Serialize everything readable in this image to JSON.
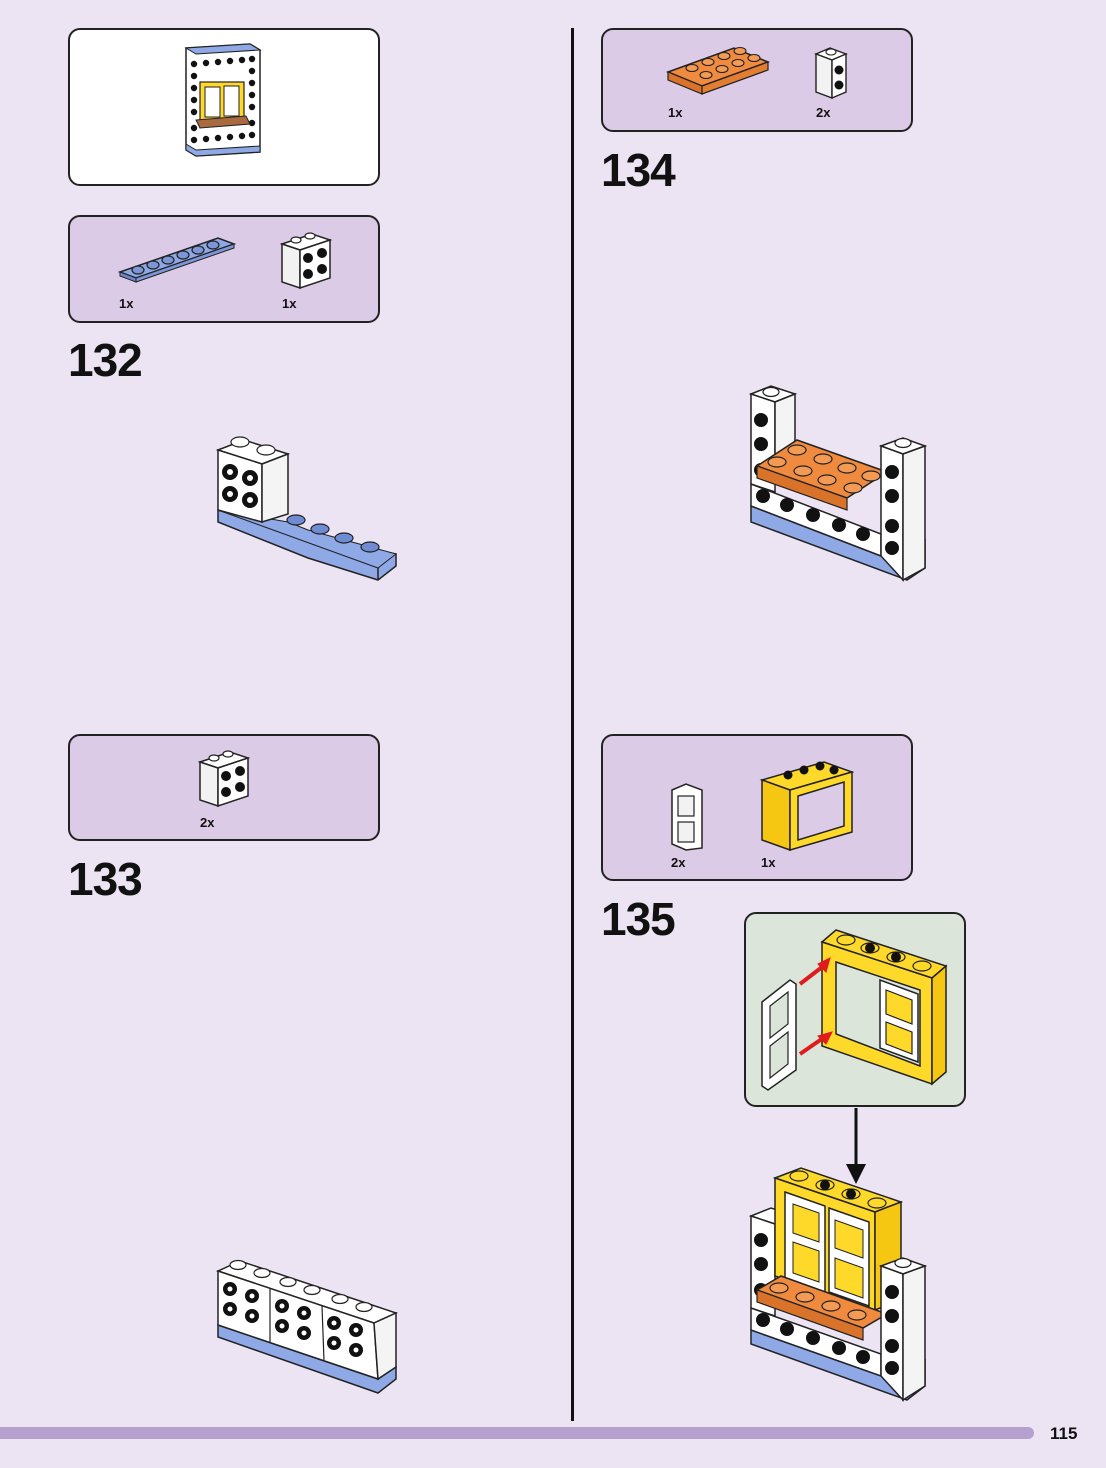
{
  "page_number": "115",
  "colors": {
    "background": "#ece3f3",
    "parts_box": "#dccbe6",
    "callout_box": "#dbe5da",
    "footer_bar": "#b5a0cf",
    "brick_white": "#ffffff",
    "brick_blue": "#8fa8e6",
    "brick_orange": "#ef8a3e",
    "brick_yellow": "#ffd92a",
    "brick_brown": "#a86a3e",
    "arrow_red": "#e01b1b"
  },
  "steps": [
    {
      "number": "132",
      "parts": [
        {
          "icon": "blue-1x6-plate-icon",
          "qty": "1x"
        },
        {
          "icon": "white-2x2-studs-side-brick-icon",
          "qty": "1x"
        }
      ]
    },
    {
      "number": "133",
      "parts": [
        {
          "icon": "white-2x2-studs-side-brick-icon",
          "qty": "2x"
        }
      ]
    },
    {
      "number": "134",
      "parts": [
        {
          "icon": "orange-2x4-plate-icon",
          "qty": "1x"
        },
        {
          "icon": "white-1x1-studs-side-brick-icon",
          "qty": "2x"
        }
      ]
    },
    {
      "number": "135",
      "parts": [
        {
          "icon": "white-window-pane-icon",
          "qty": "2x"
        },
        {
          "icon": "yellow-window-frame-icon",
          "qty": "1x"
        }
      ]
    }
  ]
}
